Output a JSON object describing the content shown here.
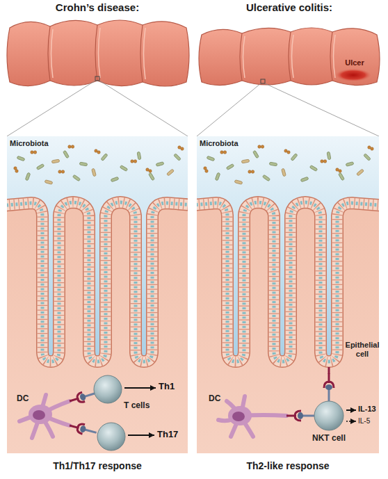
{
  "diagram": {
    "labels": [
      "Crohn’s disease:",
      "Ulcerative colitis:",
      "Ulcer",
      "Microbiota",
      "Microbiota",
      "Epithelial cell",
      "DC",
      "T cells",
      "Th1",
      "Th17",
      "DC",
      "NKT cell",
      "IL-13",
      "IL-5",
      "Th1/Th17 response",
      "Th2-like response"
    ]
  }
}
